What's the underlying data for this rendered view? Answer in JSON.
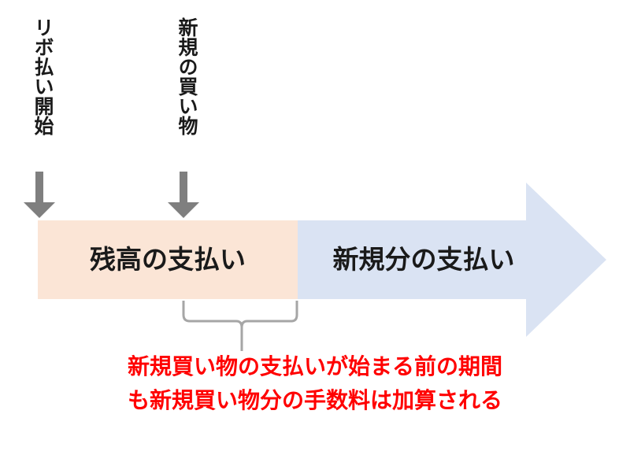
{
  "labels": {
    "revolving_start": "リボ払い開始",
    "new_purchase": "新規の買い物"
  },
  "segments": {
    "balance": "残高の支払い",
    "new_portion": "新規分の支払い"
  },
  "note": {
    "line1": "新規買い物の支払いが始まる前の期間",
    "line2": "も新規買い物分の手数料は加算される"
  },
  "colors": {
    "balance_fill": "#fbe5d6",
    "arrow_fill": "#dae3f3",
    "marker_arrow": "#7f7f7f",
    "brace": "#a6a6a6",
    "note_text": "#ff0000"
  }
}
